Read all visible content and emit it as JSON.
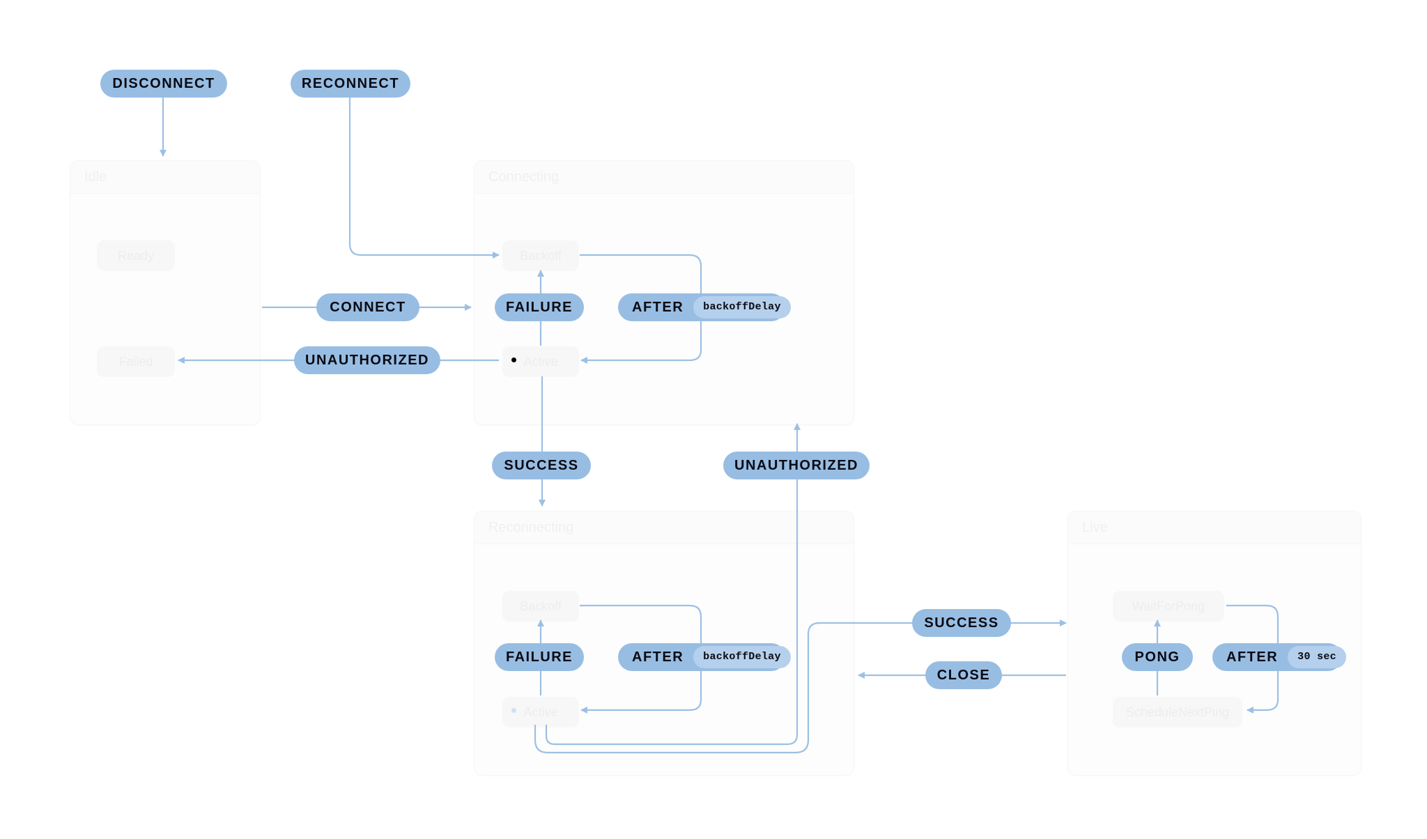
{
  "states": {
    "idle": {
      "title": "Idle",
      "sub": [
        "Ready",
        "Failed"
      ]
    },
    "connecting": {
      "title": "Connecting",
      "sub": [
        "Backoff",
        "Active"
      ]
    },
    "reconnecting": {
      "title": "Reconnecting",
      "sub": [
        "Backoff",
        "Active"
      ]
    },
    "live": {
      "title": "Live",
      "sub": [
        "WaitForPong",
        "ScheduleNextPing"
      ]
    }
  },
  "events": {
    "disconnect": "DISCONNECT",
    "reconnect": "RECONNECT",
    "connect": "CONNECT",
    "unauthorized_top": "UNAUTHORIZED",
    "failure_top": "FAILURE",
    "after_top": "AFTER",
    "after_top_param": "backoffDelay",
    "success_mid": "SUCCESS",
    "unauthorized_mid": "UNAUTHORIZED",
    "failure_bottom": "FAILURE",
    "after_bottom": "AFTER",
    "after_bottom_param": "backoffDelay",
    "success_live": "SUCCESS",
    "close": "CLOSE",
    "pong": "PONG",
    "after_live": "AFTER",
    "after_live_param": "30 sec"
  },
  "colors": {
    "event_fill": "#98bde3",
    "param_fill": "#b5d0ec",
    "edge": "#9cc0e4",
    "text": "#0a0a12"
  }
}
